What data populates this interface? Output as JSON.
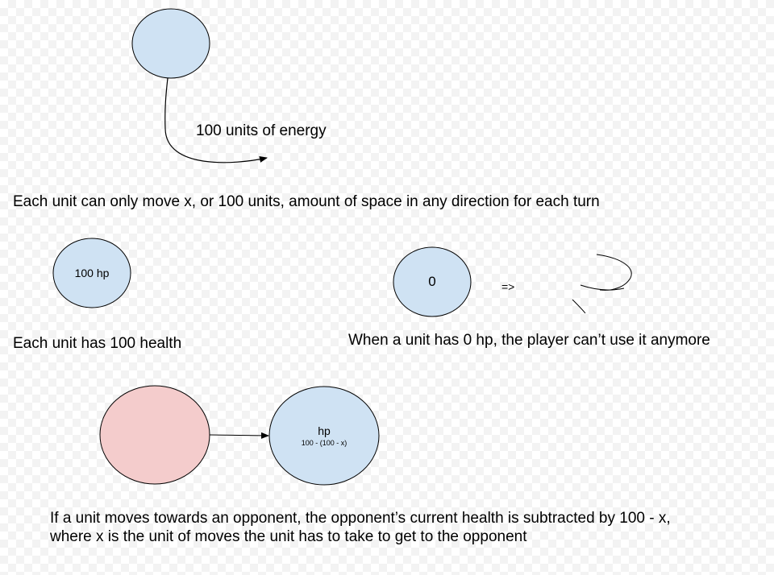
{
  "colors": {
    "unit_fill": "#cfe2f3",
    "opponent_fill": "#f4cccc",
    "stroke": "#000000",
    "background": "#ffffff"
  },
  "energy": {
    "label": "100 units of energy"
  },
  "movement": {
    "caption": "Each unit can only move x, or 100 units, amount of space in any direction for each turn"
  },
  "health": {
    "unit_label": "100 hp",
    "caption": "Each unit has 100 health"
  },
  "death": {
    "unit_label": "0",
    "arrow_label": "=>",
    "caption": "When a unit has 0 hp, the player can’t use it anymore"
  },
  "attack": {
    "target_title": "hp",
    "target_formula": "100 - (100 - x)",
    "caption_line1": "If a unit moves towards an opponent, the opponent’s current health is subtracted by 100 - x,",
    "caption_line2": "where x is the unit of moves the unit has to take to get to the opponent"
  }
}
